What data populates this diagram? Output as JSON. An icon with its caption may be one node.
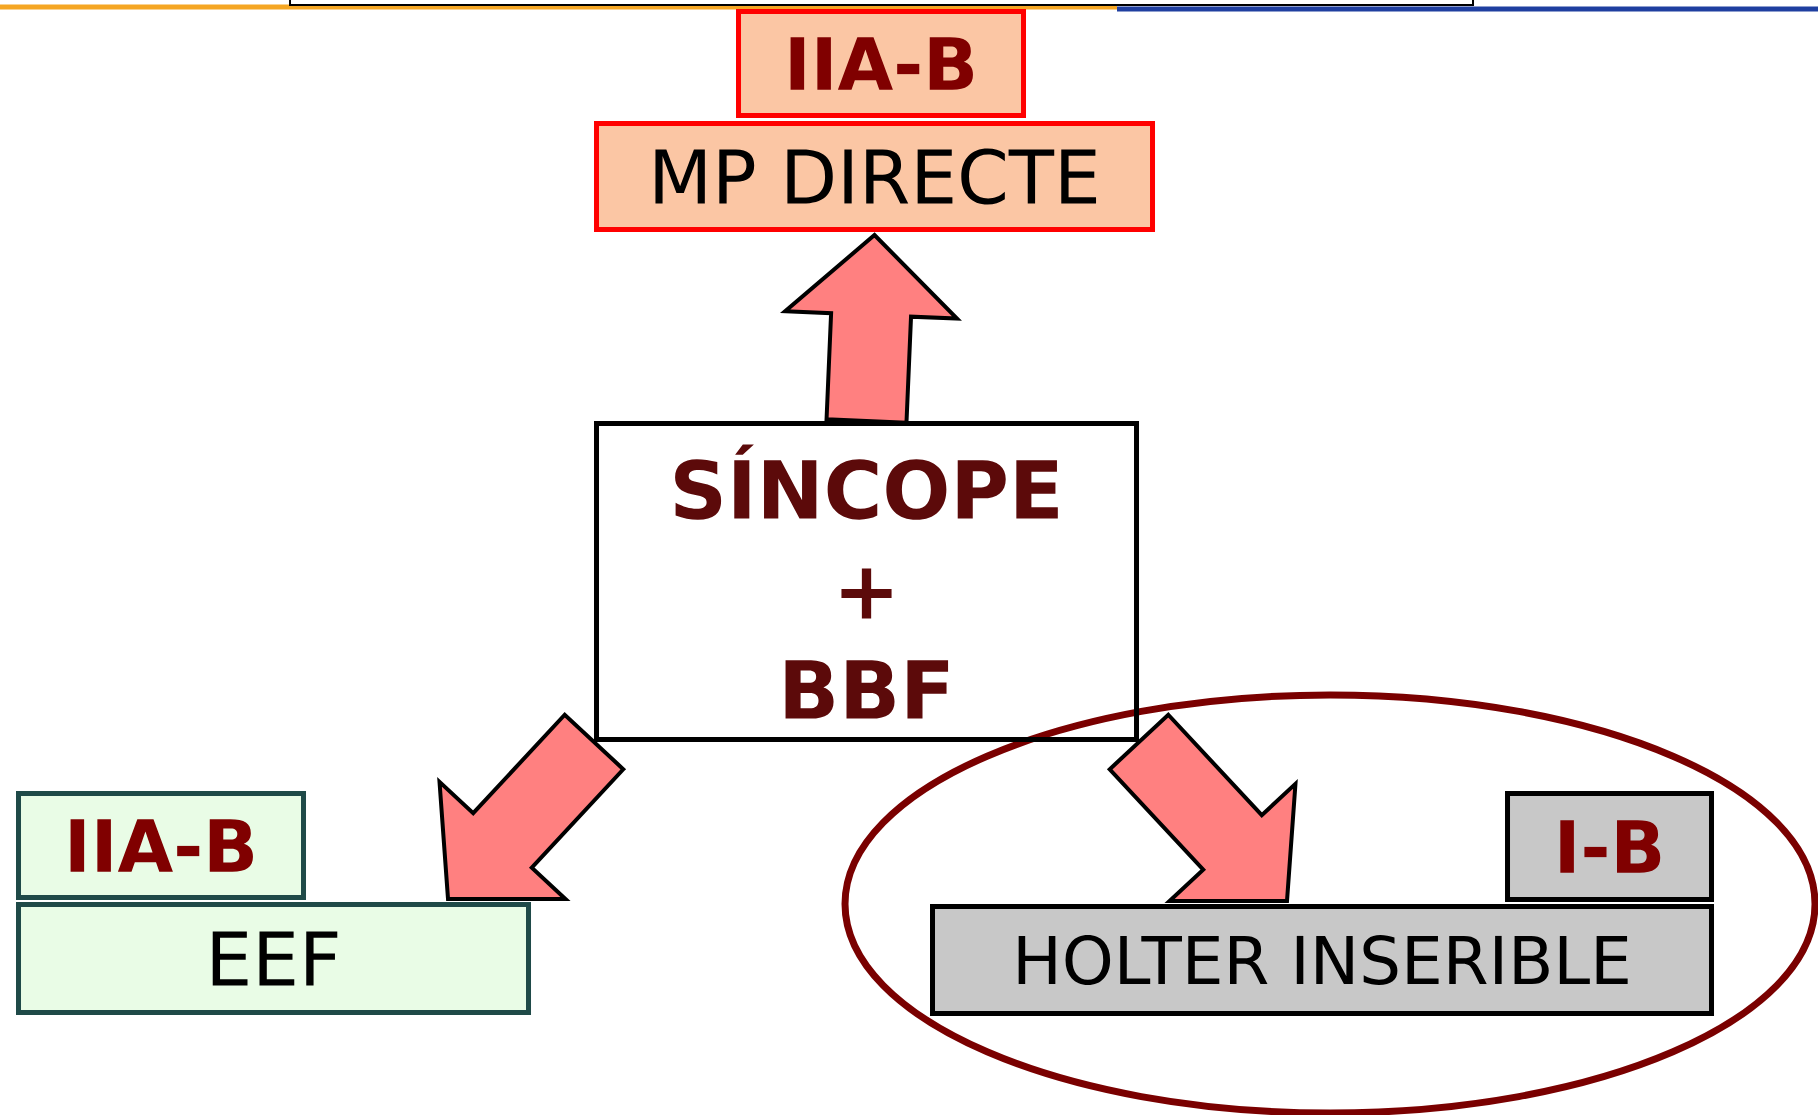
{
  "diagram": {
    "nodes": [
      {
        "text": [
          "IIA-B"
        ]
      },
      {
        "text": [
          "MP DIRECTE"
        ]
      },
      {
        "text": [
          "SÍNCOPE",
          "+",
          "BBF"
        ]
      },
      {
        "text": [
          "IIA-B"
        ]
      },
      {
        "text": [
          "EEF"
        ]
      },
      {
        "text": [
          "I-B"
        ]
      },
      {
        "text": [
          "HOLTER INSERIBLE"
        ]
      }
    ],
    "edges": [
      {
        "from": 2,
        "to": 1,
        "arrow": "to"
      },
      {
        "from": 2,
        "to": 4,
        "arrow": "to"
      },
      {
        "from": 2,
        "to": 6,
        "arrow": "to"
      }
    ]
  }
}
